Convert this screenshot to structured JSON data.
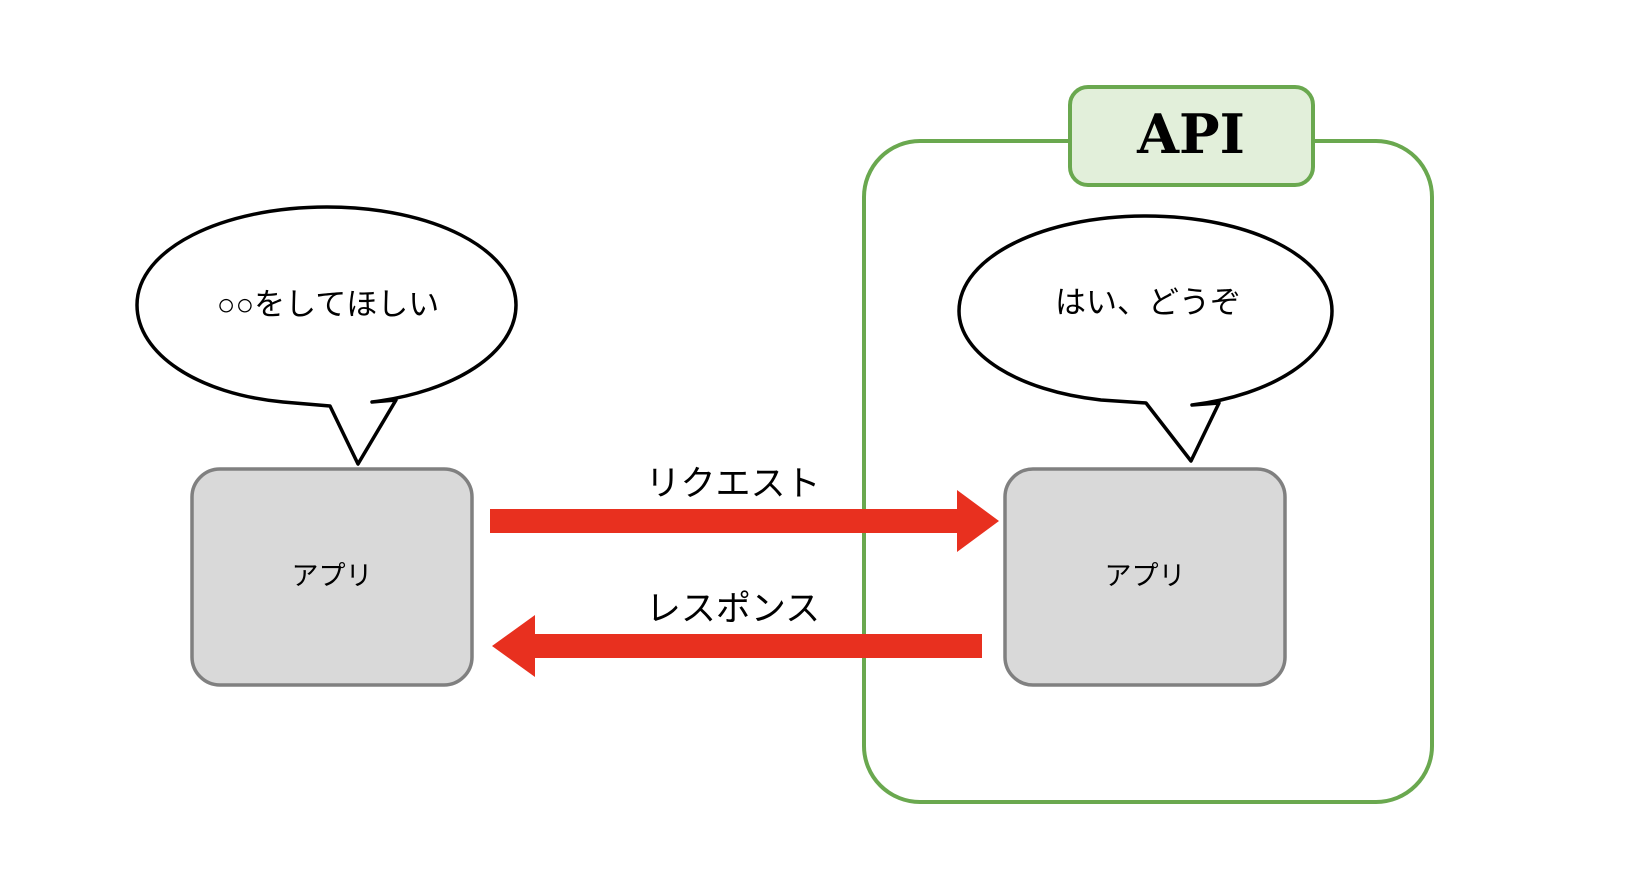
{
  "diagram": {
    "type": "api-request-response-flow",
    "background_color": "#ffffff",
    "colors": {
      "api_container_border": "#6aa84f",
      "api_label_fill": "#e2efda",
      "api_label_border": "#6aa84f",
      "app_box_fill": "#d9d9d9",
      "app_box_border": "#808080",
      "arrow_red": "#e8301f",
      "bubble_stroke": "#000000",
      "text_color": "#000000"
    },
    "api_container": {
      "label": "API"
    },
    "client": {
      "bubble_text": "○○をしてほしい",
      "box_label": "アプリ"
    },
    "server": {
      "bubble_text": "はい、どうぞ",
      "box_label": "アプリ"
    },
    "arrows": [
      {
        "label": "リクエスト",
        "direction": "right",
        "color": "#e8301f"
      },
      {
        "label": "レスポンス",
        "direction": "left",
        "color": "#e8301f"
      }
    ]
  }
}
